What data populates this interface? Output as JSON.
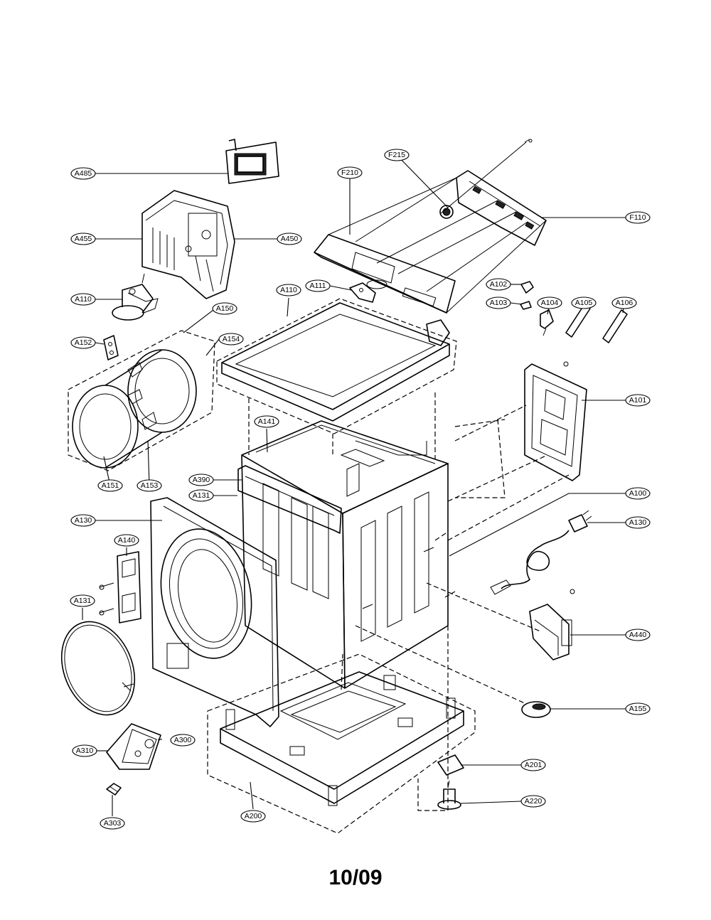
{
  "diagram": {
    "callouts": [
      {
        "id": "a485",
        "label": "A485"
      },
      {
        "id": "a455",
        "label": "A455"
      },
      {
        "id": "a450",
        "label": "A450"
      },
      {
        "id": "a110-motor",
        "label": "A110"
      },
      {
        "id": "a150",
        "label": "A150"
      },
      {
        "id": "a154",
        "label": "A154"
      },
      {
        "id": "a152",
        "label": "A152"
      },
      {
        "id": "a151",
        "label": "A151"
      },
      {
        "id": "a153",
        "label": "A153"
      },
      {
        "id": "a110-top",
        "label": "A110"
      },
      {
        "id": "a111",
        "label": "A111"
      },
      {
        "id": "f210",
        "label": "F210"
      },
      {
        "id": "f215",
        "label": "F215"
      },
      {
        "id": "f110",
        "label": "F110"
      },
      {
        "id": "a102",
        "label": "A102"
      },
      {
        "id": "a103",
        "label": "A103"
      },
      {
        "id": "a104",
        "label": "A104"
      },
      {
        "id": "a105",
        "label": "A105"
      },
      {
        "id": "a106",
        "label": "A106"
      },
      {
        "id": "a101",
        "label": "A101"
      },
      {
        "id": "a100",
        "label": "A100"
      },
      {
        "id": "a130-cord",
        "label": "A130"
      },
      {
        "id": "a440",
        "label": "A440"
      },
      {
        "id": "a155",
        "label": "A155"
      },
      {
        "id": "a201",
        "label": "A201"
      },
      {
        "id": "a220",
        "label": "A220"
      },
      {
        "id": "a141",
        "label": "A141"
      },
      {
        "id": "a390",
        "label": "A390"
      },
      {
        "id": "a131-top",
        "label": "A131"
      },
      {
        "id": "a130-front",
        "label": "A130"
      },
      {
        "id": "a140",
        "label": "A140"
      },
      {
        "id": "a131-ring",
        "label": "A131"
      },
      {
        "id": "a310",
        "label": "A310"
      },
      {
        "id": "a300",
        "label": "A300"
      },
      {
        "id": "a303",
        "label": "A303"
      },
      {
        "id": "a200",
        "label": "A200"
      }
    ]
  },
  "footer": {
    "date": "10/09"
  }
}
